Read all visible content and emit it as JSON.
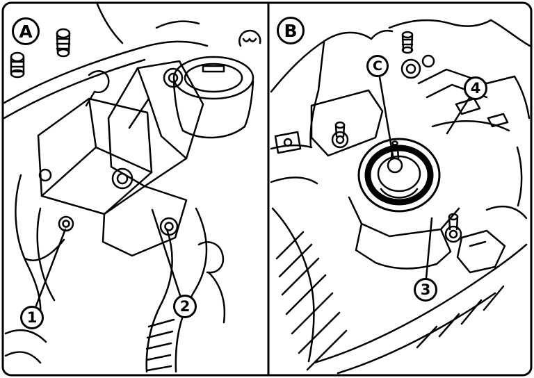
{
  "figure": {
    "background_color": "#ffffff",
    "line_color": "#000000",
    "panel_a": {
      "label": "A"
    },
    "panel_b": {
      "label": "B"
    },
    "callouts": {
      "part_1": {
        "label": "1",
        "panel": "A"
      },
      "part_2": {
        "label": "2",
        "panel": "A"
      },
      "part_3": {
        "label": "3",
        "panel": "B"
      },
      "part_4": {
        "label": "4",
        "panel": "B"
      },
      "point_c": {
        "label": "C",
        "panel": "B"
      }
    }
  }
}
